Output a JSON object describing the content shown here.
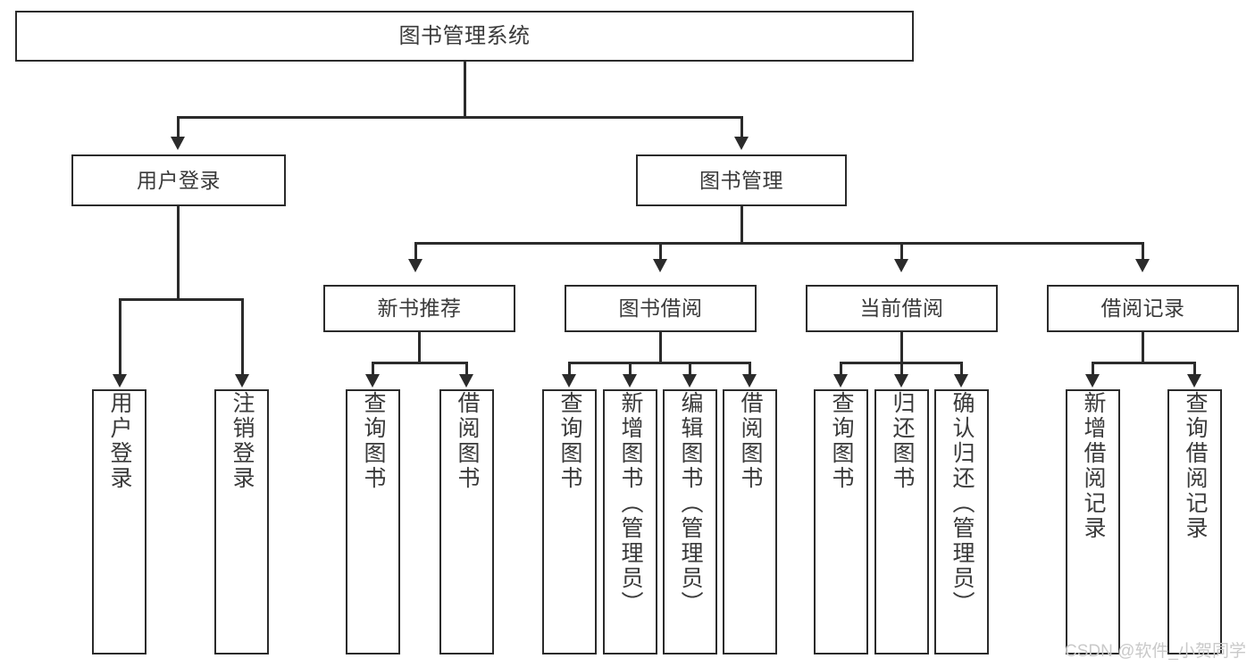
{
  "diagram": {
    "title": "图书管理系统",
    "root": {
      "label": "图书管理系统"
    },
    "level2": [
      {
        "label": "用户登录"
      },
      {
        "label": "图书管理"
      }
    ],
    "level3": [
      {
        "label": "新书推荐"
      },
      {
        "label": "图书借阅"
      },
      {
        "label": "当前借阅"
      },
      {
        "label": "借阅记录"
      }
    ],
    "leaves": {
      "user_login": [
        {
          "label": "用户登录"
        },
        {
          "label": "注销登录"
        }
      ],
      "new_book_recommend": [
        {
          "label": "查询图书"
        },
        {
          "label": "借阅图书"
        }
      ],
      "book_borrow": [
        {
          "label": "查询图书"
        },
        {
          "label": "新增图书（管理员）"
        },
        {
          "label": "编辑图书（管理员）"
        },
        {
          "label": "借阅图书"
        }
      ],
      "current_borrow": [
        {
          "label": "查询图书"
        },
        {
          "label": "归还图书"
        },
        {
          "label": "确认归还（管理员）"
        }
      ],
      "borrow_record": [
        {
          "label": "新增借阅记录"
        },
        {
          "label": "查询借阅记录"
        }
      ]
    }
  },
  "watermark": {
    "text": "CSDN @软件_小贺同学"
  },
  "colors": {
    "stroke": "#2b2b2b",
    "text": "#3a3a3a",
    "background": "#ffffff",
    "watermark": "#c9c9c9"
  }
}
